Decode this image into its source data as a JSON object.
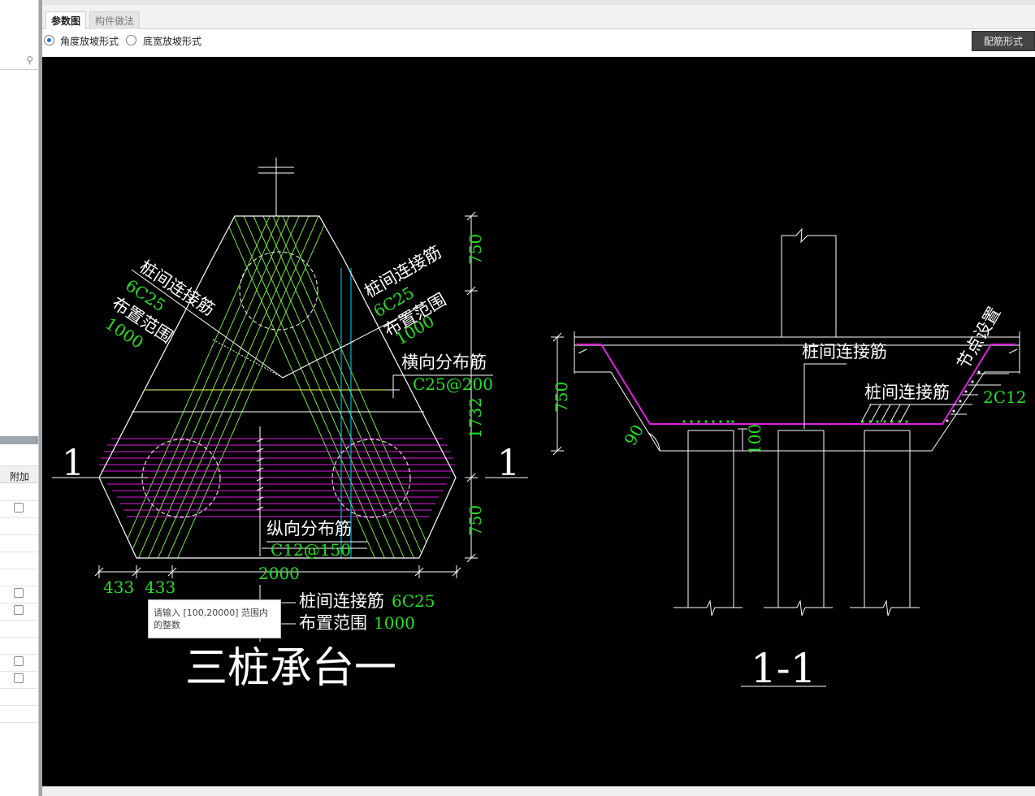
{
  "tabs": [
    {
      "label": "参数图",
      "active": true
    },
    {
      "label": "构件做法",
      "active": false
    }
  ],
  "options": {
    "radio_angle": "角度放坡形式",
    "radio_width": "底宽放坡形式",
    "selected": "角度放坡形式",
    "config_button": "配筋形式"
  },
  "left_panel": {
    "grid_header": "附加"
  },
  "tooltip": {
    "line1": "请输入 [100,20000] 范围内",
    "line2": "的整数"
  },
  "drawing": {
    "colors": {
      "background": "#000000",
      "outline": "#ffffff",
      "value": "#22e022",
      "rebar_slant": "#7cff3a",
      "rebar_horizontal": "#e020e0",
      "guide_yellow": "#ffff66",
      "guide_cyan": "#00d8ff"
    },
    "plan": {
      "title": "三桩承台一",
      "section_mark_left": "1",
      "section_mark_right": "1",
      "left_label_1": "桩间连接筋",
      "left_value_1": "6C25",
      "left_label_2": "布置范围",
      "left_value_2": "1000",
      "right_label_1": "桩间连接筋",
      "right_value_1": "6C25",
      "right_label_2": "布置范围",
      "right_value_2": "1000",
      "transverse_label": "横向分布筋",
      "transverse_value": "C25@200",
      "longitudinal_label": "纵向分布筋",
      "longitudinal_value": "C12@150",
      "bottom_label_1": "桩间连接筋",
      "bottom_value_1": "6C25",
      "bottom_label_2": "布置范围",
      "bottom_value_2": "1000",
      "dim_top": "750",
      "dim_mid": "1732",
      "dim_bot": "750",
      "dim_b1": "433",
      "dim_b2": "433",
      "dim_b3": "2000"
    },
    "section": {
      "title": "1-1",
      "label_top": "桩间连接筋",
      "label_mid": "桩间连接筋",
      "node_label": "节点设置",
      "rebar_value": "2C12",
      "dim_height": "750",
      "dim_cover": "100",
      "angle": "90"
    }
  }
}
